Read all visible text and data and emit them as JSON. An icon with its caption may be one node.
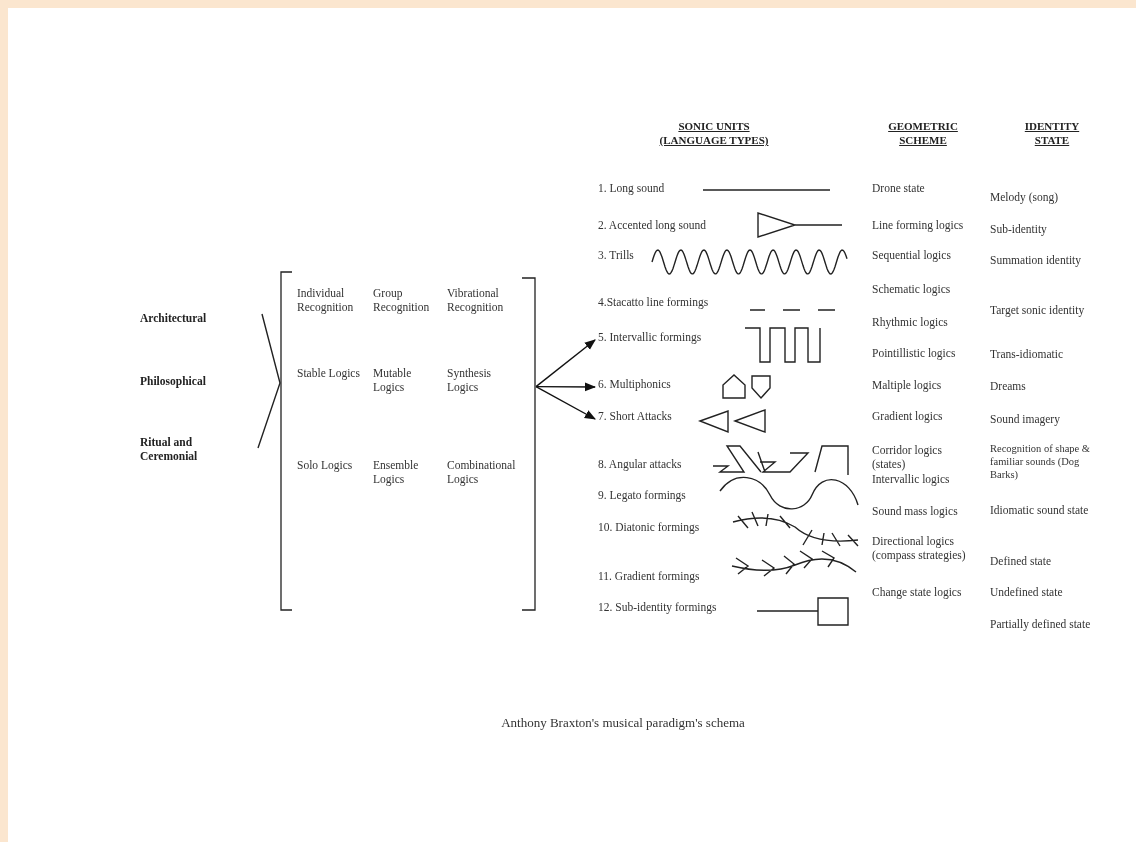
{
  "diagram": {
    "caption": "Anthony Braxton's musical paradigm's schema",
    "nodes": [
      {
        "text": [],
        "shape": "bracket"
      },
      {
        "text": [
          "Individual Recognition"
        ],
        "in": 0
      },
      {
        "text": [
          "Group Recognition"
        ],
        "in": 0
      },
      {
        "text": [
          "Vibrational Recognition"
        ],
        "in": 0
      },
      {
        "text": [
          "Stable Logics"
        ],
        "in": 0
      },
      {
        "text": [
          "Mutable Logics"
        ],
        "in": 0
      },
      {
        "text": [
          "Synthesis Logics"
        ],
        "in": 0
      },
      {
        "text": [
          "Solo Logics"
        ],
        "in": 0
      },
      {
        "text": [
          "Ensemble Logics"
        ],
        "in": 0
      },
      {
        "text": [
          "Combinational Logics"
        ],
        "in": 0
      },
      {
        "text": [
          "1. Long sound"
        ]
      },
      {
        "text": [
          "2. Accented long sound"
        ]
      },
      {
        "text": [
          "3. Trills"
        ]
      },
      {
        "text": [
          "4.Stacatto line formings"
        ]
      },
      {
        "text": [
          "5. Intervallic formings"
        ]
      },
      {
        "text": [
          "6. Multiphonics"
        ]
      },
      {
        "text": [
          "7. Short Attacks"
        ]
      },
      {
        "text": [
          "8. Angular attacks"
        ]
      },
      {
        "text": [
          "9. Legato formings"
        ]
      },
      {
        "text": [
          "10. Diatonic formings"
        ]
      },
      {
        "text": [
          "11. Gradient formings"
        ]
      },
      {
        "text": [
          "12. Sub-identity formings"
        ]
      }
    ],
    "edges": [
      {
        "from": 0,
        "to": 14,
        "arrow": "to"
      },
      {
        "from": 0,
        "to": 15,
        "arrow": "to"
      },
      {
        "from": 0,
        "to": 16,
        "arrow": "to"
      }
    ],
    "labels": [
      "Architectural",
      "Philosophical",
      "Ritual and Ceremonial",
      "SONIC UNITS (LANGUAGE TYPES)",
      "GEOMETRIC SCHEME",
      "IDENTITY STATE",
      "Drone state",
      "Line forming logics",
      "Sequential logics",
      "Schematic logics",
      "Rhythmic logics",
      "Pointillistic logics",
      "Maltiple logics",
      "Gradient logics",
      "Corridor logics (states)",
      "Intervallic logics",
      "Sound mass logics",
      "Directional logics (compass strategies)",
      "Change state logics",
      "Melody (song)",
      "Sub-identity",
      "Summation identity",
      "Target sonic identity",
      "Trans-idiomatic",
      "Dreams",
      "Sound imagery",
      "Recognition of shape & familiar sounds (Dog Barks)",
      "Idiomatic sound state",
      "Defined state",
      "Undefined state",
      "Partially defined state"
    ]
  }
}
